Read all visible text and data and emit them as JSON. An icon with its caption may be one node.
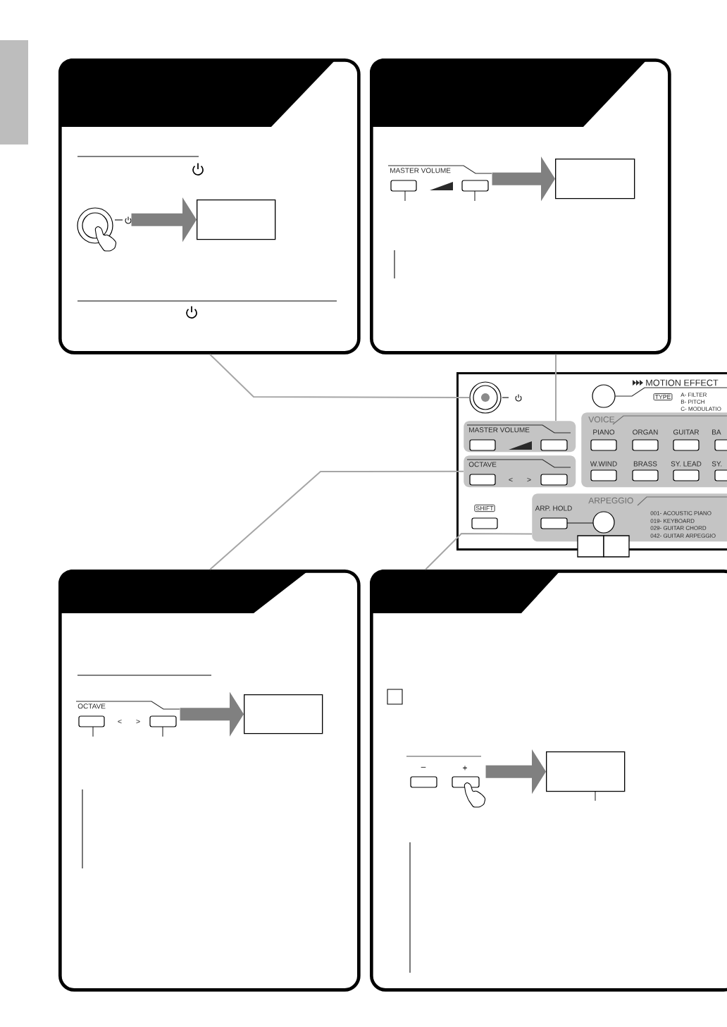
{
  "diagram": {
    "nodes": [
      {
        "text": [],
        "shape": "box"
      },
      {
        "text": [],
        "shape": "picture",
        "in": 0
      },
      {
        "text": [],
        "shape": "box",
        "in": 0
      },
      {
        "text": [],
        "shape": "box"
      },
      {
        "text": [
          "MASTER VOLUME"
        ],
        "in": 3
      },
      {
        "text": [],
        "shape": "box",
        "in": 3
      },
      {
        "text": [],
        "shape": "box"
      },
      {
        "text": [],
        "shape": "circle",
        "in": 6
      },
      {
        "text": [
          "MASTER VOLUME"
        ],
        "in": 6
      },
      {
        "text": [
          "OCTAVE",
          "<",
          ">"
        ],
        "in": 6
      },
      {
        "text": [
          "VOICE",
          "PIANO",
          "ORGAN",
          "GUITAR",
          "BA",
          "W.WIND",
          "BRASS",
          "SY. LEAD",
          "SY."
        ],
        "in": 6
      },
      {
        "text": [
          "ARPEGGIO",
          "ARP. HOLD",
          "001- ACOUSTIC PIANO",
          "019- KEYBOARD",
          "029- GUITAR CHORD",
          "042- GUITAR ARPEGGIO"
        ],
        "in": 6
      },
      {
        "text": [],
        "shape": "box"
      },
      {
        "text": [
          "OCTAVE",
          "<",
          ">"
        ],
        "in": 12
      },
      {
        "text": [],
        "shape": "box",
        "in": 12
      },
      {
        "text": [],
        "shape": "box"
      },
      {
        "text": [
          "–",
          "+"
        ],
        "in": 15
      },
      {
        "text": [],
        "shape": "box",
        "in": 15
      }
    ],
    "edges": [
      {
        "from": 1,
        "to": 2,
        "arrow": "to",
        "style": "thick",
        "color": "#808080"
      },
      {
        "from": 4,
        "to": 5,
        "arrow": "to",
        "style": "thick",
        "color": "#808080"
      },
      {
        "from": 13,
        "to": 14,
        "arrow": "to",
        "style": "thick",
        "color": "#808080"
      },
      {
        "from": 16,
        "to": 17,
        "arrow": "to",
        "style": "thick",
        "color": "#808080"
      },
      {
        "from": 0,
        "to": 7,
        "arrow": "none",
        "color": "#a6a6a6"
      },
      {
        "from": 3,
        "to": 8,
        "arrow": "none",
        "color": "#a6a6a6"
      },
      {
        "from": 12,
        "to": 9,
        "arrow": "none",
        "color": "#a6a6a6"
      },
      {
        "from": 15,
        "to": 11,
        "arrow": "none",
        "color": "#a6a6a6"
      }
    ],
    "labels": [
      "MOTION EFFECT",
      "TYPE",
      "A- FILTER",
      "B- PITCH",
      "C- MODULATIO",
      "SHIFT"
    ]
  }
}
